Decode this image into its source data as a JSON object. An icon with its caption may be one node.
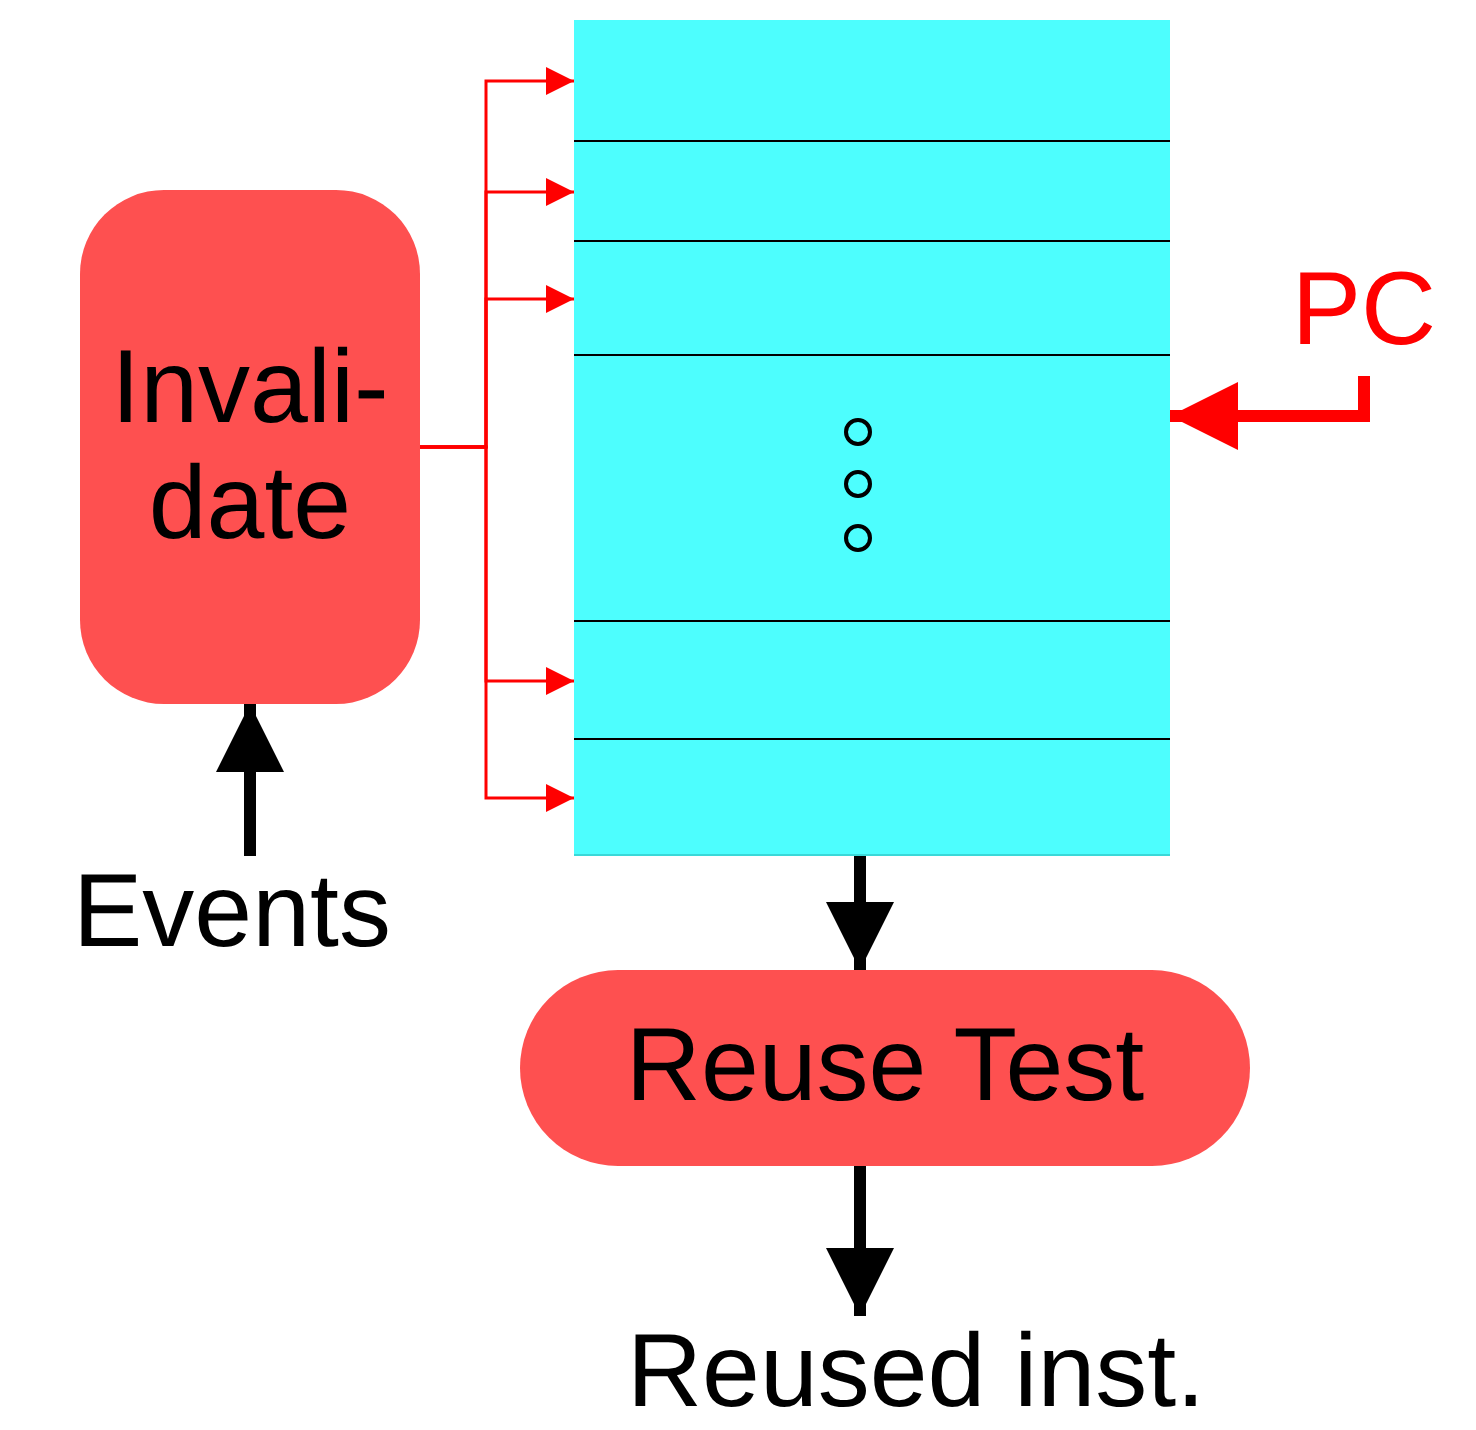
{
  "diagram": {
    "nodes": [
      {
        "text": [
          "Invali- date"
        ]
      },
      {
        "text": [],
        "shape": "box"
      },
      {
        "text": [],
        "shape": "box",
        "in": 1
      },
      {
        "text": [],
        "shape": "box",
        "in": 1
      },
      {
        "text": [],
        "shape": "box",
        "in": 1
      },
      {
        "text": [],
        "shape": "box",
        "in": 1
      },
      {
        "text": [],
        "shape": "box",
        "in": 1
      },
      {
        "text": [],
        "shape": "box",
        "in": 1
      },
      {
        "text": [
          "Events"
        ]
      },
      {
        "text": [
          "PC"
        ]
      },
      {
        "text": [
          "Reuse Test"
        ]
      },
      {
        "text": [
          "Reused inst."
        ]
      }
    ],
    "edges": [
      {
        "from": 8,
        "to": 0,
        "arrow": "to",
        "style": "thick",
        "color": "#000000"
      },
      {
        "from": 0,
        "to": 2,
        "arrow": "to"
      },
      {
        "from": 0,
        "to": 3,
        "arrow": "to"
      },
      {
        "from": 0,
        "to": 4,
        "arrow": "to"
      },
      {
        "from": 0,
        "to": 6,
        "arrow": "to"
      },
      {
        "from": 0,
        "to": 7,
        "arrow": "to"
      },
      {
        "from": 9,
        "to": 1,
        "arrow": "to",
        "style": "thick"
      },
      {
        "from": 1,
        "to": 10,
        "arrow": "to",
        "style": "thick",
        "color": "#000000"
      },
      {
        "from": 10,
        "to": 11,
        "arrow": "to",
        "style": "thick",
        "color": "#000000"
      }
    ]
  }
}
